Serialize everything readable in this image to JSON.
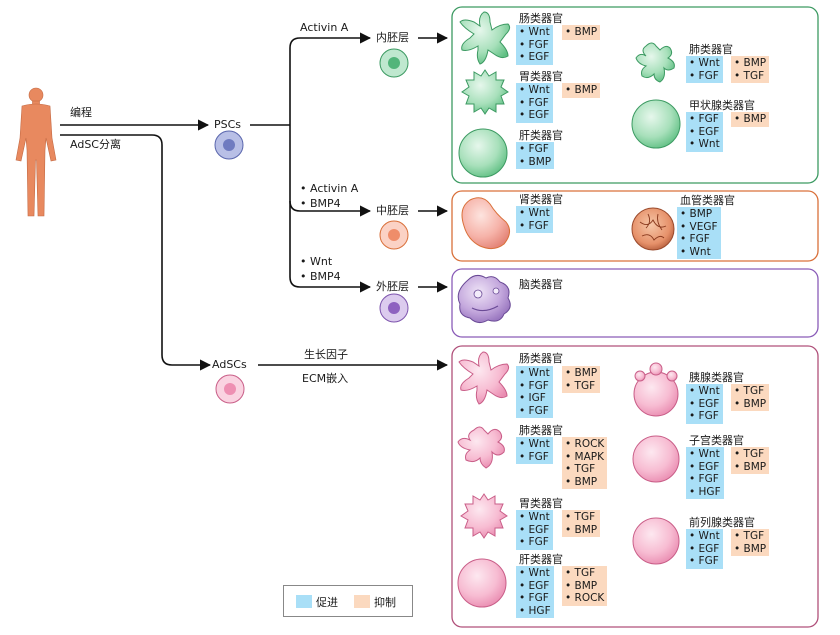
{
  "labels": {
    "reprogram": "编程",
    "adsc_isolation": "AdSC分离",
    "pscs": "PSCs",
    "adscs": "AdSCs",
    "activin_a": "Activin A",
    "endoderm": "内胚层",
    "mesoderm": "中胚层",
    "ectoderm": "外胚层",
    "meso_bullets": [
      "Activin A",
      "BMP4"
    ],
    "ecto_bullets": [
      "Wnt",
      "BMP4"
    ],
    "growth_factor": "生长因子",
    "ecm": "ECM嵌入"
  },
  "organoids": {
    "endo": [
      {
        "name": "肠类器官",
        "promote": [
          "Wnt",
          "FGF",
          "EGF"
        ],
        "inhibit": [
          "BMP"
        ]
      },
      {
        "name": "胃类器官",
        "promote": [
          "Wnt",
          "FGF",
          "EGF"
        ],
        "inhibit": [
          "BMP"
        ]
      },
      {
        "name": "肝类器官",
        "promote": [
          "FGF",
          "BMP"
        ],
        "inhibit": []
      },
      {
        "name": "肺类器官",
        "promote": [
          "Wnt",
          "FGF"
        ],
        "inhibit": [
          "BMP",
          "TGF"
        ]
      },
      {
        "name": "甲状腺类器官",
        "promote": [
          "FGF",
          "EGF",
          "Wnt"
        ],
        "inhibit": [
          "BMP"
        ]
      }
    ],
    "meso": [
      {
        "name": "肾类器官",
        "promote": [
          "Wnt",
          "FGF"
        ],
        "inhibit": []
      },
      {
        "name": "血管类器官",
        "promote": [
          "BMP",
          "VEGF",
          "FGF",
          "Wnt"
        ],
        "inhibit": []
      }
    ],
    "ecto": [
      {
        "name": "脑类器官",
        "promote": [],
        "inhibit": []
      }
    ],
    "adsc": [
      {
        "name": "肠类器官",
        "promote": [
          "Wnt",
          "FGF",
          "IGF",
          "FGF"
        ],
        "inhibit": [
          "BMP",
          "TGF"
        ]
      },
      {
        "name": "肺类器官",
        "promote": [
          "Wnt",
          "FGF"
        ],
        "inhibit": [
          "ROCK",
          "MAPK",
          "TGF",
          "BMP"
        ]
      },
      {
        "name": "胃类器官",
        "promote": [
          "Wnt",
          "EGF",
          "FGF"
        ],
        "inhibit": [
          "TGF",
          "BMP"
        ]
      },
      {
        "name": "肝类器官",
        "promote": [
          "Wnt",
          "EGF",
          "FGF",
          "HGF"
        ],
        "inhibit": [
          "TGF",
          "BMP",
          "ROCK"
        ]
      },
      {
        "name": "胰腺类器官",
        "promote": [
          "Wnt",
          "EGF",
          "FGF"
        ],
        "inhibit": [
          "TGF",
          "BMP"
        ]
      },
      {
        "name": "子宫类器官",
        "promote": [
          "Wnt",
          "EGF",
          "FGF",
          "HGF"
        ],
        "inhibit": [
          "TGF",
          "BMP"
        ]
      },
      {
        "name": "前列腺类器官",
        "promote": [
          "Wnt",
          "EGF",
          "FGF"
        ],
        "inhibit": [
          "TGF",
          "BMP"
        ]
      }
    ]
  },
  "legend": {
    "promote": "促进",
    "inhibit": "抑制"
  },
  "colors": {
    "promote": "#a9dff7",
    "inhibit": "#fbd9bf",
    "endo_box": "#3c9a62",
    "meso_box": "#d9703a",
    "ecto_box": "#8a5cb8",
    "adsc_box": "#b0507a",
    "human": "#e8895f",
    "psc_cell": "#7d88c7",
    "endo_cell": "#6cc58f",
    "meso_cell": "#f0a08a",
    "ecto_cell": "#a27ac8",
    "adsc_cell": "#f2a7c3"
  }
}
